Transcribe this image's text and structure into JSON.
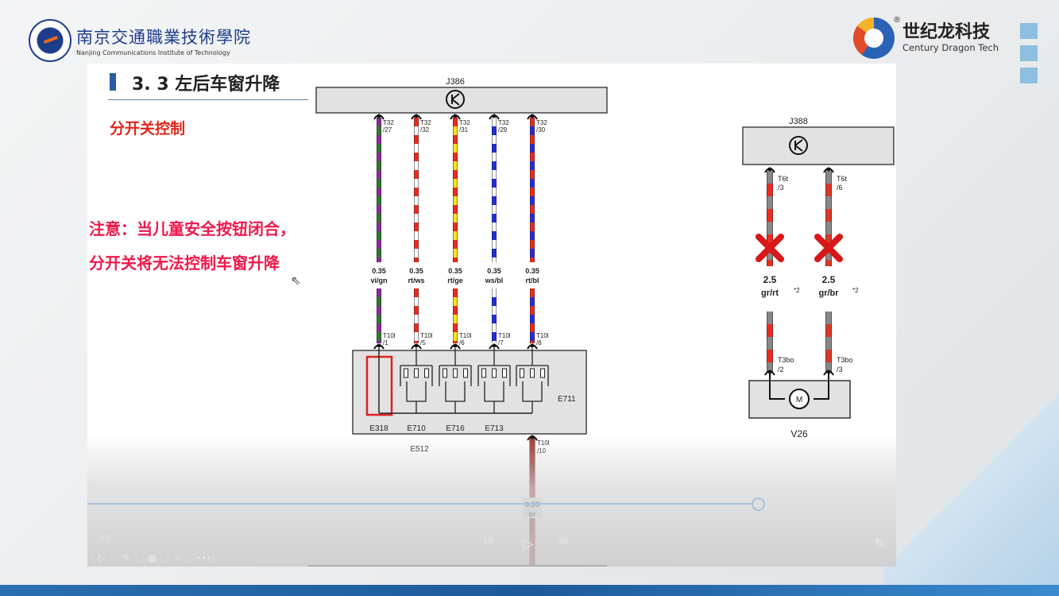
{
  "header": {
    "school_cn": "南京交通職業技術學院",
    "school_en": "Nanjing Communications Institute of Technology",
    "brand_cn": "世纪龙科技",
    "brand_en": "Century Dragon Tech",
    "brand_reg": "®"
  },
  "slide": {
    "title": "3. 3 左后车窗升降",
    "subtitle": "分开关控制",
    "note_line1": "注意：当儿童安全按钮闭合，",
    "note_line2": "分开关将无法控制车窗升降"
  },
  "diagram": {
    "left_unit": "J386",
    "switch_unit": "E512",
    "switch_group": "E711",
    "wires": [
      {
        "pin_top1": "T32",
        "pin_top2": "/27",
        "gauge": "0.35",
        "code": "vi/gn",
        "pin_bot1": "T10l",
        "pin_bot2": "/1",
        "colors": [
          "#8a2b9a",
          "#2f7a2f"
        ],
        "switch": "E318"
      },
      {
        "pin_top1": "T32",
        "pin_top2": "/32",
        "gauge": "0.35",
        "code": "rt/ws",
        "pin_bot1": "T10l",
        "pin_bot2": "/5",
        "colors": [
          "#f02a1e",
          "#ffffff"
        ],
        "switch": "E710"
      },
      {
        "pin_top1": "T32",
        "pin_top2": "/31",
        "gauge": "0.35",
        "code": "rt/ge",
        "pin_bot1": "T10l",
        "pin_bot2": "/6",
        "colors": [
          "#f02a1e",
          "#f6e51a"
        ],
        "switch": "E716"
      },
      {
        "pin_top1": "T32",
        "pin_top2": "/29",
        "gauge": "0.35",
        "code": "ws/bl",
        "pin_bot1": "T10l",
        "pin_bot2": "/7",
        "colors": [
          "#ffffff",
          "#1d2ee0"
        ],
        "switch": "E713"
      },
      {
        "pin_top1": "T32",
        "pin_top2": "/30",
        "gauge": "0.35",
        "code": "rt/bl",
        "pin_bot1": "T10l",
        "pin_bot2": "/8",
        "colors": [
          "#f02a1e",
          "#2a2ae0"
        ],
        "switch": ""
      }
    ],
    "ground_wire": {
      "pin1": "T10l",
      "pin2": "/10",
      "gauge": "0.35",
      "code": "br",
      "color": "#a03228"
    },
    "right_unit": "J388",
    "motor": "V26",
    "motor_symbol": "M",
    "motor_wires": [
      {
        "pin_top1": "T6t",
        "pin_top2": "/3",
        "gauge": "2.5",
        "code": "gr/rt",
        "note": "*2",
        "pin_bot1": "T3bo",
        "pin_bot2": "/2",
        "colors": [
          "#888888",
          "#f02a1e"
        ]
      },
      {
        "pin_top1": "T6t",
        "pin_top2": "/6",
        "gauge": "2.5",
        "code": "gr/br",
        "note": "*2",
        "pin_bot1": "T3bo",
        "pin_bot2": "/3",
        "colors": [
          "#888888",
          "#d83a2a"
        ]
      }
    ]
  },
  "player": {
    "rewind_label": "10",
    "forward_label": "30",
    "more_label": "•••"
  }
}
